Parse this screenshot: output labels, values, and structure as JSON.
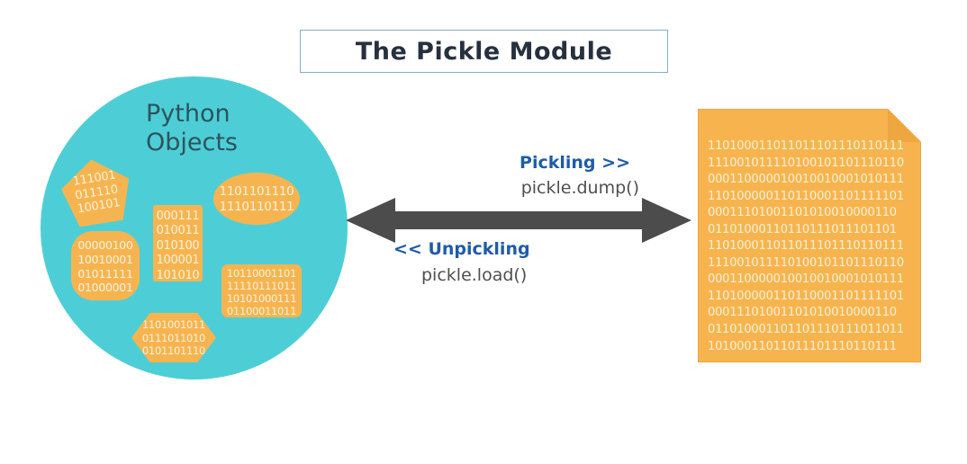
{
  "title": "The Pickle Module",
  "python_objects": {
    "label": "Python\nObjects",
    "shapes": [
      {
        "name": "pentagon",
        "lines": [
          "111001",
          "011110",
          "100101"
        ]
      },
      {
        "name": "ellipse",
        "lines": [
          "1101101110",
          "1110110111"
        ]
      },
      {
        "name": "rectangle",
        "lines": [
          "000111",
          "010011",
          "010100",
          "100001",
          "101010"
        ]
      },
      {
        "name": "rounded-square",
        "lines": [
          "00000100",
          "10010001",
          "01011111",
          "01000001"
        ]
      },
      {
        "name": "rounded-rect",
        "lines": [
          "10110001101",
          "11110111011",
          "10101000111",
          "01100011011"
        ]
      },
      {
        "name": "hexagon",
        "lines": [
          "1101001011",
          "0111011010",
          "0101101110"
        ]
      }
    ]
  },
  "flow": {
    "pickling_label": "Pickling >>",
    "pickling_code": "pickle.dump()",
    "unpickling_label": "<< Unpickling",
    "unpickling_code": "pickle.load()"
  },
  "document": {
    "lines": [
      "110100011011011101110110111",
      "111001011110100101101110110",
      "000110000010010010001010111",
      "110100000110110001101111101",
      "00011101001101010010000110",
      "01101000110110111011101101",
      "110100011011011101110110111",
      "111001011110100101101110110",
      "000110000010010010001010111",
      "110100000110110001101111101",
      "00011101001101010010000110",
      "011010001101101110111011011",
      "10100011011011101110110111"
    ]
  },
  "colors": {
    "teal_circle": "#4DCED6",
    "circle_text": "#2D535C",
    "orange_shape": "#F6B450",
    "shape_text": "#FBF3DC",
    "document_fill": "#F7B44E",
    "document_stroke": "#ECA63F",
    "document_fold": "#EEA63E",
    "binary_text": "#FBF1D6",
    "arrow_gray": "#4C4C4C",
    "label_blue": "#1E5CA8",
    "code_gray": "#4F4F4F",
    "title_text": "#27303E",
    "title_border": "#82AFC9"
  }
}
